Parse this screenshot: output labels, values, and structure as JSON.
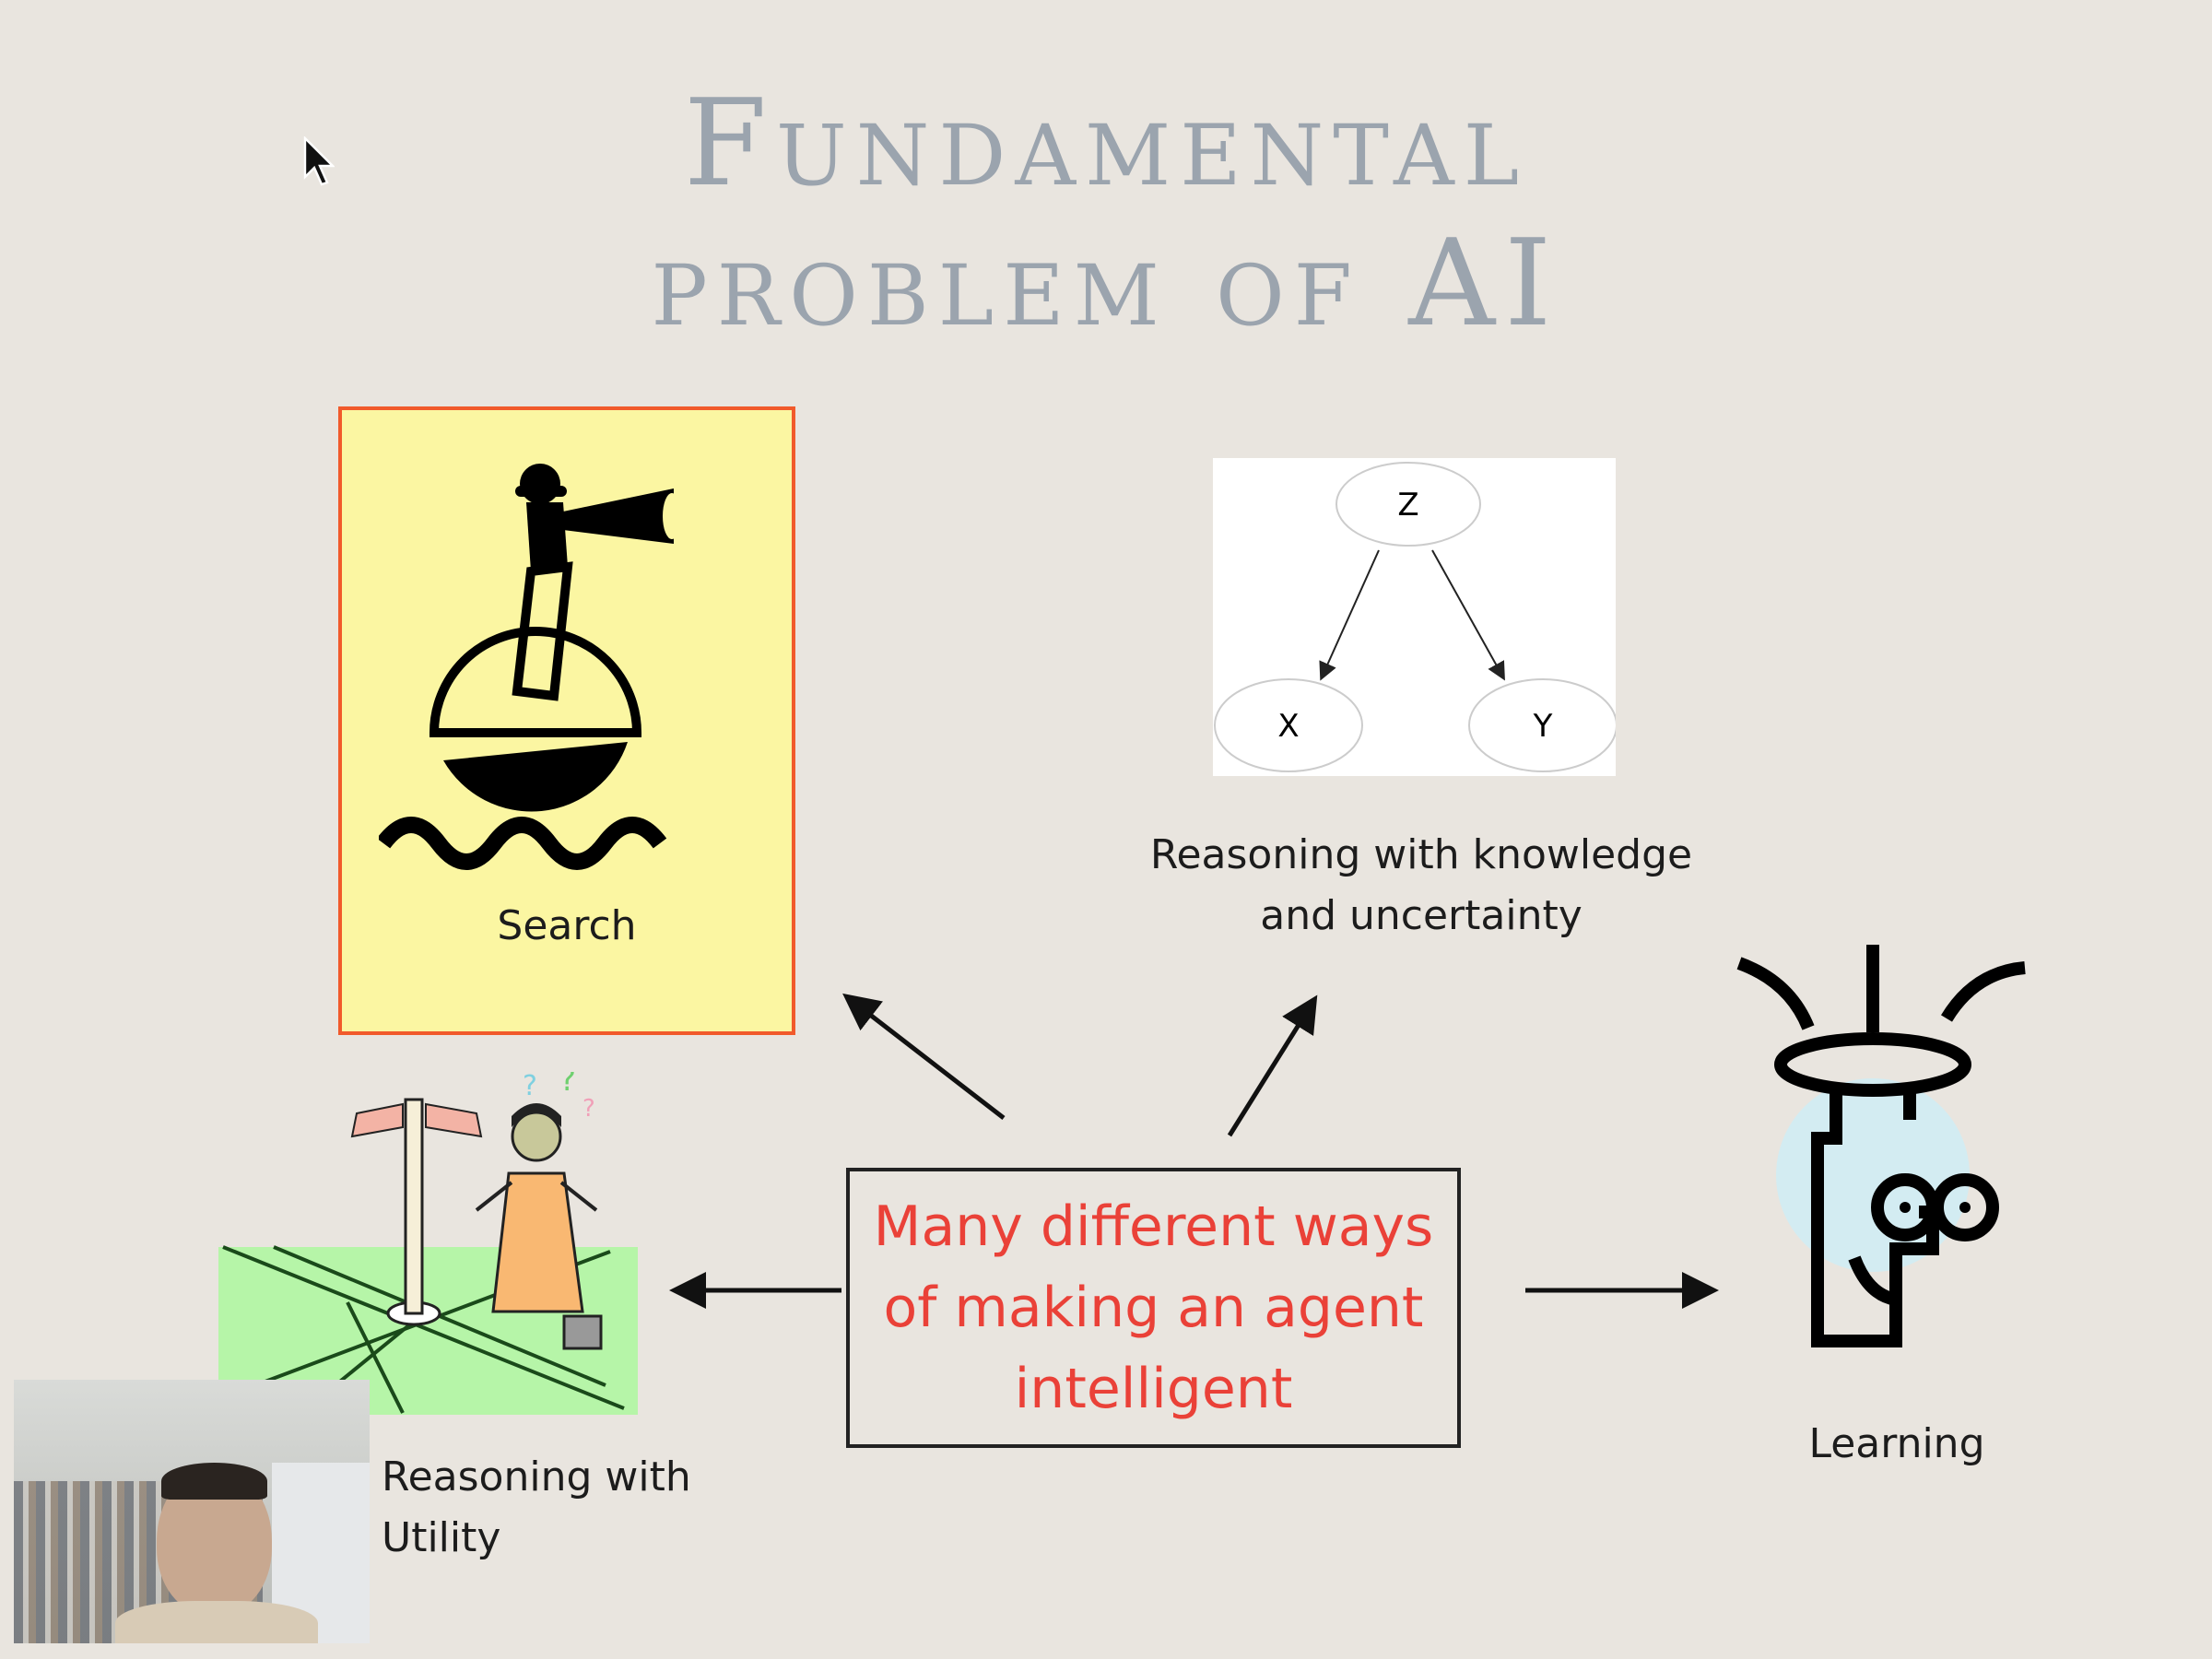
{
  "slide": {
    "title_line1": "Fundamental",
    "title_line2": "problem of AI",
    "search_label": "Search",
    "reasoning_knowledge_line1": "Reasoning with knowledge",
    "reasoning_knowledge_line2": "and uncertainty",
    "bayes_nodes": {
      "z": "Z",
      "x": "X",
      "y": "Y"
    },
    "center_text": [
      "Many different ways",
      "of making an agent",
      "intelligent"
    ],
    "utility_line1": "Reasoning with",
    "utility_line2": "Utility",
    "learning_label": "Learning"
  },
  "colors": {
    "title": "#9ba4ae",
    "accent_red": "#ea4138",
    "search_border": "#f15a2b",
    "search_fill": "#fbf6a2"
  }
}
